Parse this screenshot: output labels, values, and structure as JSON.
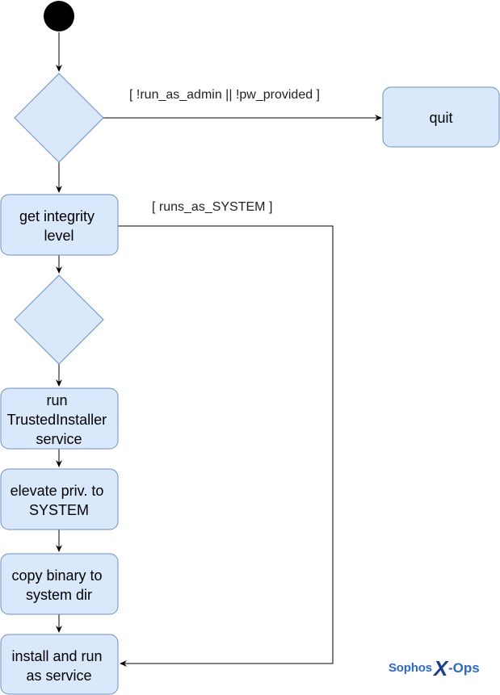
{
  "nodes": {
    "get_integrity": [
      "get integrity",
      "level"
    ],
    "run_ti": [
      "run",
      "TrustedInstaller",
      "service"
    ],
    "elevate": [
      "elevate priv. to",
      "SYSTEM"
    ],
    "copy_binary": [
      "copy binary to",
      "system dir"
    ],
    "install_run": [
      "install and run",
      "as service"
    ],
    "quit": [
      "quit"
    ]
  },
  "guards": {
    "admin": "[ !run_as_admin || !pw_provided ]",
    "system": "[ runs_as_SYSTEM ]"
  },
  "logo": {
    "left": "Sophos",
    "x": "X",
    "right": "-Ops"
  },
  "colors": {
    "fill": "#dae8fc",
    "stroke": "#6c8ebf",
    "line": "#000000"
  }
}
